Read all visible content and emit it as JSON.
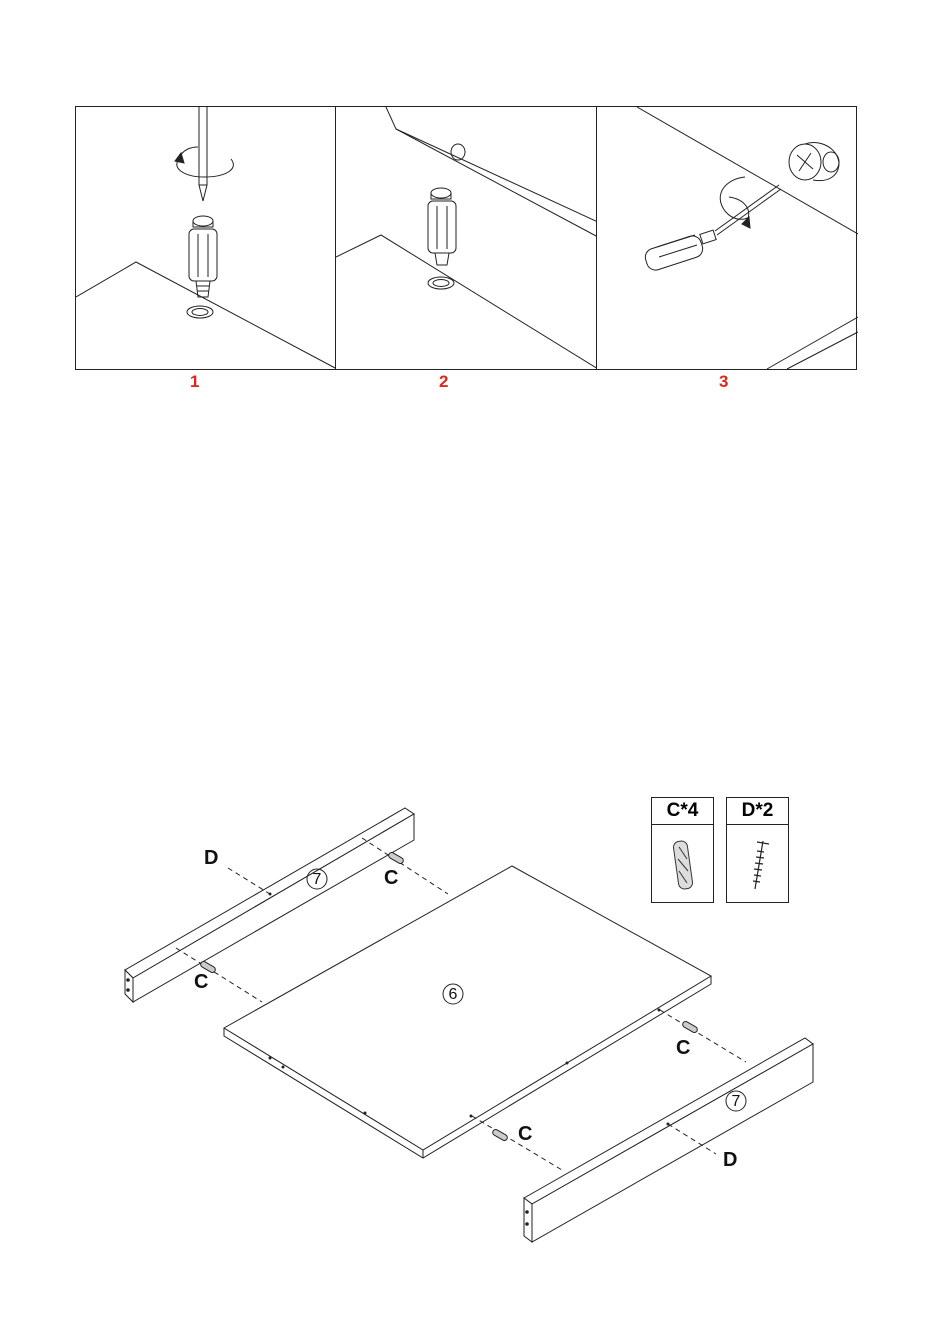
{
  "steps": [
    {
      "number": "1"
    },
    {
      "number": "2"
    },
    {
      "number": "3"
    }
  ],
  "parts": [
    {
      "label": "C*4",
      "icon": "dowel-icon"
    },
    {
      "label": "D*2",
      "icon": "screw-icon"
    }
  ],
  "assembly": {
    "panel_center": "6",
    "rail_label": "7",
    "dowel_label": "C",
    "screw_label": "D"
  }
}
